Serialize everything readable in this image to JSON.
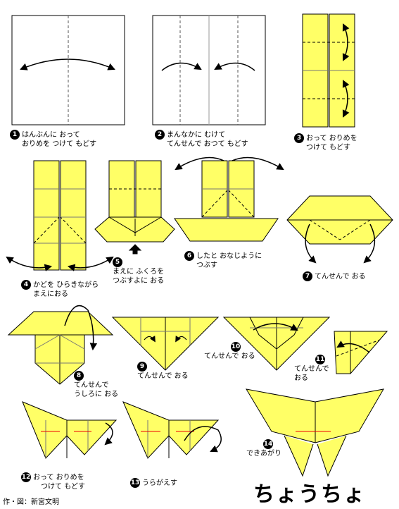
{
  "title": "ちょうちょ",
  "credit": "作・図：新宮文明",
  "colors": {
    "paper": "#ffff66",
    "outline": "#000000",
    "background": "#ffffff"
  },
  "steps": [
    {
      "num": "1",
      "lines": [
        "はんぶんに おって",
        "おりめを つけて もどす"
      ]
    },
    {
      "num": "2",
      "lines": [
        "まんなかに むけて",
        "てんせんで おつて もどす"
      ]
    },
    {
      "num": "3",
      "lines": [
        "おって おりめを",
        "つけて もどす"
      ]
    },
    {
      "num": "4",
      "lines": [
        "かどを ひらきながら",
        "まえにおる"
      ]
    },
    {
      "num": "5",
      "lines": [
        "まえに ふくろを",
        "つぶすよに おる"
      ]
    },
    {
      "num": "6",
      "lines": [
        "したと おなじように",
        "つぶす"
      ]
    },
    {
      "num": "7",
      "lines": [
        "てんせんで おる"
      ]
    },
    {
      "num": "8",
      "lines": [
        "てんせんで",
        "うしろに おる"
      ]
    },
    {
      "num": "9",
      "lines": [
        "てんせんで おる"
      ]
    },
    {
      "num": "10",
      "lines": [
        "てんせんで おる"
      ]
    },
    {
      "num": "11",
      "lines": [
        "てんせんで",
        "おる"
      ]
    },
    {
      "num": "12",
      "lines": [
        "おって おりめを",
        "つけて もどす"
      ]
    },
    {
      "num": "13",
      "lines": [
        "うらがえす"
      ]
    },
    {
      "num": "14",
      "lines": [
        "できあがり"
      ]
    }
  ]
}
